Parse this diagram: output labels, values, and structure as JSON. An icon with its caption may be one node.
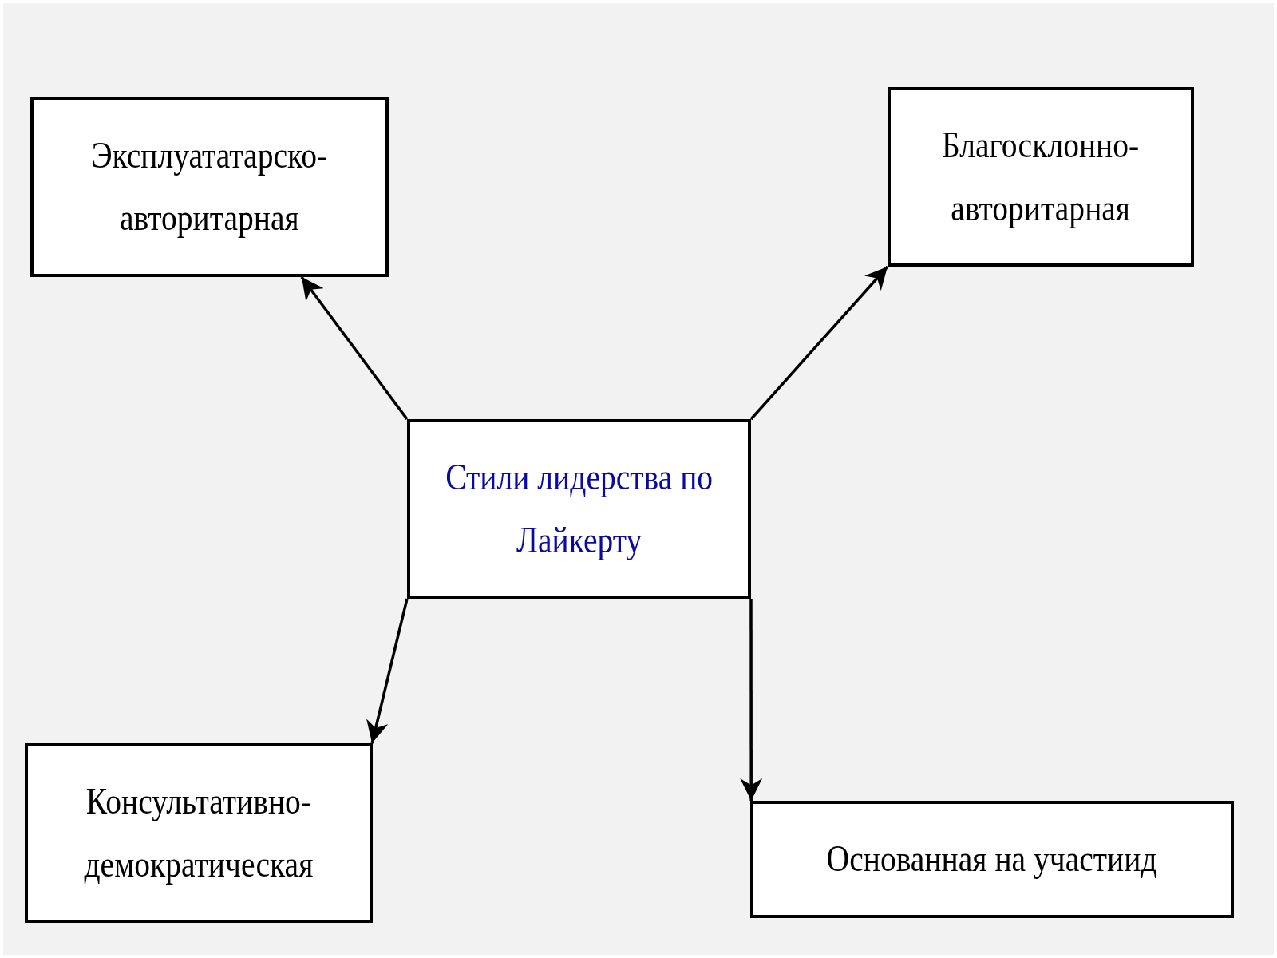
{
  "diagram": {
    "nodes": [
      {
        "text": [
          "Стили лидерства по Лайкерту"
        ]
      },
      {
        "text": [
          "Эксплуататарско-авторитарная"
        ]
      },
      {
        "text": [
          "Благосклонно-авторитарная"
        ]
      },
      {
        "text": [
          "Консультативно-демократическая"
        ]
      },
      {
        "text": [
          "Основанная на участиид"
        ]
      }
    ],
    "edges": [
      {
        "from": 0,
        "to": 1,
        "arrow": "to"
      },
      {
        "from": 0,
        "to": 2,
        "arrow": "to"
      },
      {
        "from": 0,
        "to": 3,
        "arrow": "to"
      },
      {
        "from": 0,
        "to": 4,
        "arrow": "to"
      }
    ]
  }
}
